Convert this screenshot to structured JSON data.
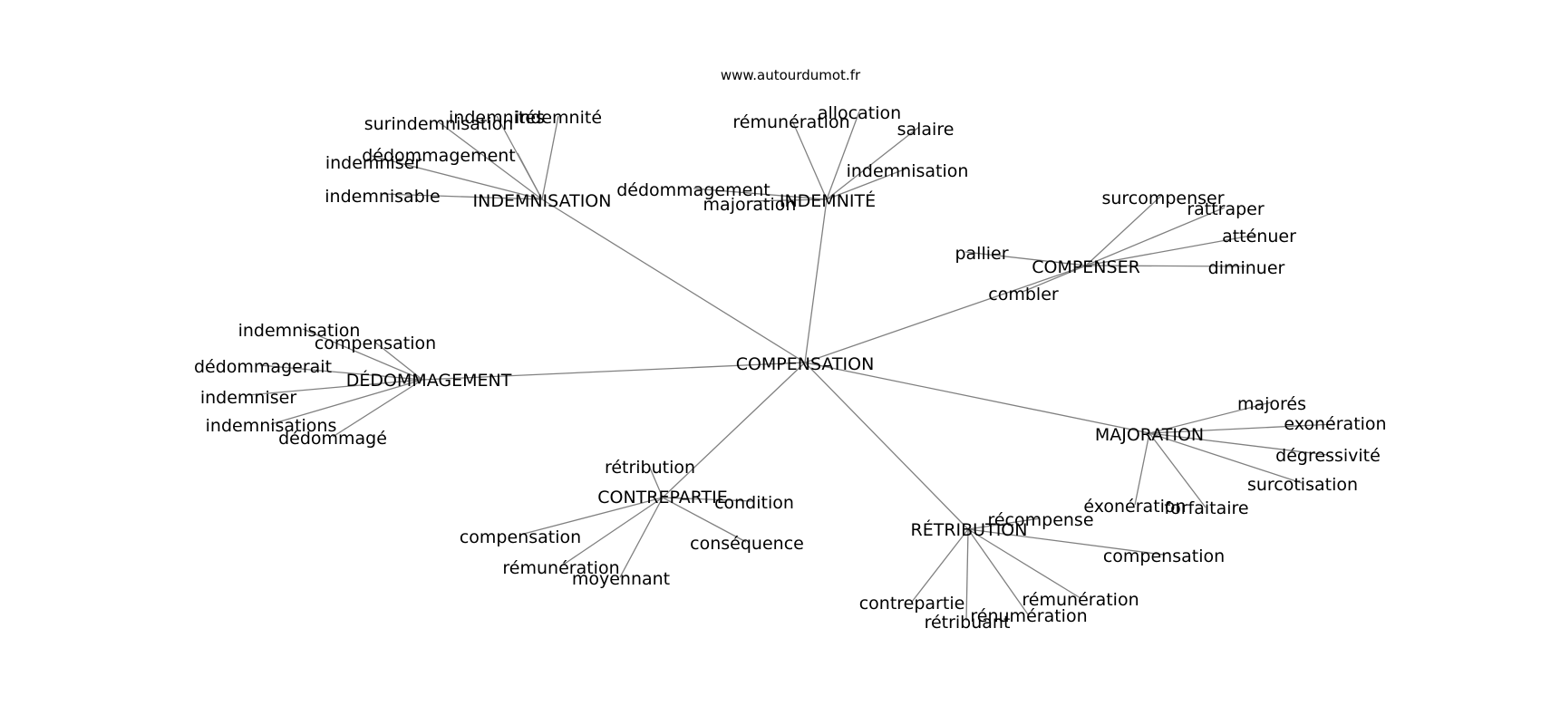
{
  "site": "www.autourdumot.fr",
  "center": "COMPENSATION",
  "clusters": [
    {
      "hub": "INDEMNISATION",
      "leaves": [
        "surindemnisation",
        "indemnités",
        "indemnité",
        "indemniser",
        "dédommagement",
        "indemnisable"
      ]
    },
    {
      "hub": "INDEMNITÉ",
      "leaves": [
        "rémunération",
        "allocation",
        "salaire",
        "indemnisation",
        "dédommagement",
        "majoration"
      ]
    },
    {
      "hub": "COMPENSER",
      "leaves": [
        "surcompenser",
        "rattraper",
        "atténuer",
        "diminuer",
        "pallier",
        "combler"
      ]
    },
    {
      "hub": "DÉDOMMAGEMENT",
      "leaves": [
        "indemnisation",
        "compensation",
        "dédommagerait",
        "indemniser",
        "indemnisations",
        "dédommagé"
      ]
    },
    {
      "hub": "MAJORATION",
      "leaves": [
        "majorés",
        "exonération",
        "dégressivité",
        "surcotisation",
        "éxonération",
        "forfaitaire"
      ]
    },
    {
      "hub": "CONTREPARTIE",
      "leaves": [
        "rétribution",
        "condition",
        "compensation",
        "conséquence",
        "rémunération",
        "moyennant"
      ]
    },
    {
      "hub": "RÉTRIBUTION",
      "leaves": [
        "récompense",
        "compensation",
        "contrepartie",
        "rétribuant",
        "rémunération",
        "rénumération"
      ]
    }
  ]
}
